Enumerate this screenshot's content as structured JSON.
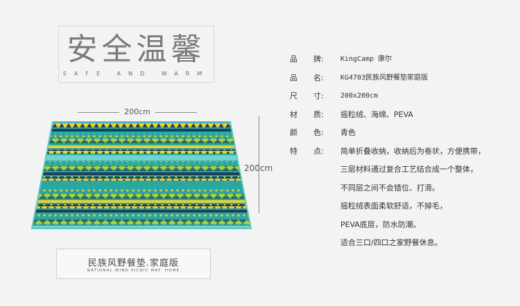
{
  "title": {
    "cn": "安全温馨",
    "en": "SAFE AND WARM"
  },
  "dimensions": {
    "width": "200cm",
    "height": "200cm"
  },
  "caption": {
    "cn": "民族风野餐垫.家庭版",
    "en": "NATIONAL WIND PICNIC MAT. HOME"
  },
  "specs": {
    "brand": {
      "label1": "品",
      "label2": "牌:",
      "value": "KingCamp 康尔"
    },
    "name": {
      "label1": "品",
      "label2": "名:",
      "value": "KG4703民族风野餐垫家庭版"
    },
    "size": {
      "label1": "尺",
      "label2": "寸:",
      "value": "200x200cm"
    },
    "material": {
      "label1": "材",
      "label2": "质:",
      "value": "摇粒绒、海绵、PEVA"
    },
    "color": {
      "label1": "颜",
      "label2": "色:",
      "value": "青色"
    },
    "features": {
      "label1": "特",
      "label2": "点:",
      "lines": [
        "简单折叠收纳，收纳后为卷状，方便携带，",
        "三层材料通过复合工艺结合成一个整体，",
        "不同层之间不会错位、打滑。",
        "摇粒绒表面柔软舒适，不掉毛，",
        "PEVA底层，防水防潮。",
        "适合三口/四口之家野餐休息。"
      ]
    }
  },
  "colors": {
    "teal": "#29a7a2",
    "yellow": "#e4d233",
    "navy": "#1f3f5c",
    "lime": "#a9cf3e",
    "mint": "#6fd3cf"
  }
}
